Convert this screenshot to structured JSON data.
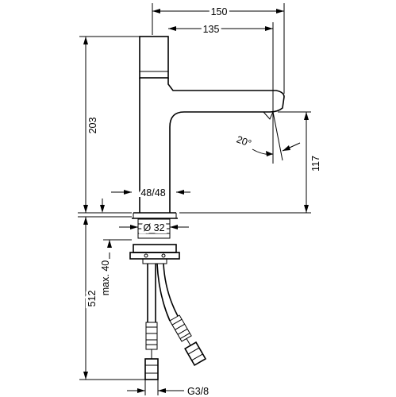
{
  "dimensions": {
    "overall_width": "150",
    "spout_reach": "135",
    "total_height": "203",
    "spout_height": "117",
    "spray_angle": "20°",
    "body_diameter_range": "48/48",
    "thread_diameter": "Ø 32",
    "hose_length": "512",
    "max_thickness": "max. 40",
    "connection_thread": "G3/8"
  }
}
